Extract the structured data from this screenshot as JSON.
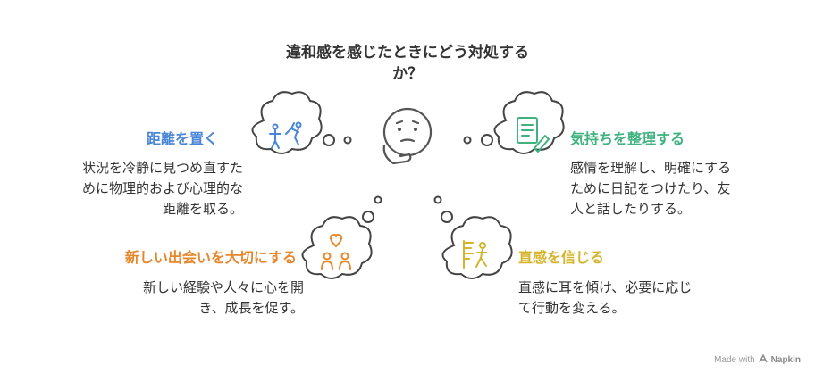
{
  "title": {
    "line1": "違和感を感じたときにどう対処する",
    "line2": "か？"
  },
  "items": [
    {
      "heading": "距離を置く",
      "desc": [
        "状況を冷静に見つめ直すた",
        "めに物理的および心理的な",
        "距離を取る。"
      ],
      "color": "#4a86d8",
      "icon": "walking-away-icon"
    },
    {
      "heading": "気持ちを整理する",
      "desc": [
        "感情を理解し、明確にする",
        "ために日記をつけたり、友",
        "人と話したりする。"
      ],
      "color": "#3fb27f",
      "icon": "journal-writing-icon"
    },
    {
      "heading": "新しい出会いを大切にする",
      "desc": [
        "新しい経験や人々に心を開",
        "き、成長を促す。"
      ],
      "color": "#e8862a",
      "icon": "people-heart-icon"
    },
    {
      "heading": "直感を信じる",
      "desc": [
        "直感に耳を傾け、必要に応じ",
        "て行動を変える。"
      ],
      "color": "#d4b42a",
      "icon": "intuition-walking-icon"
    }
  ],
  "footer": {
    "made_with": "Made with",
    "brand": "Napkin"
  }
}
